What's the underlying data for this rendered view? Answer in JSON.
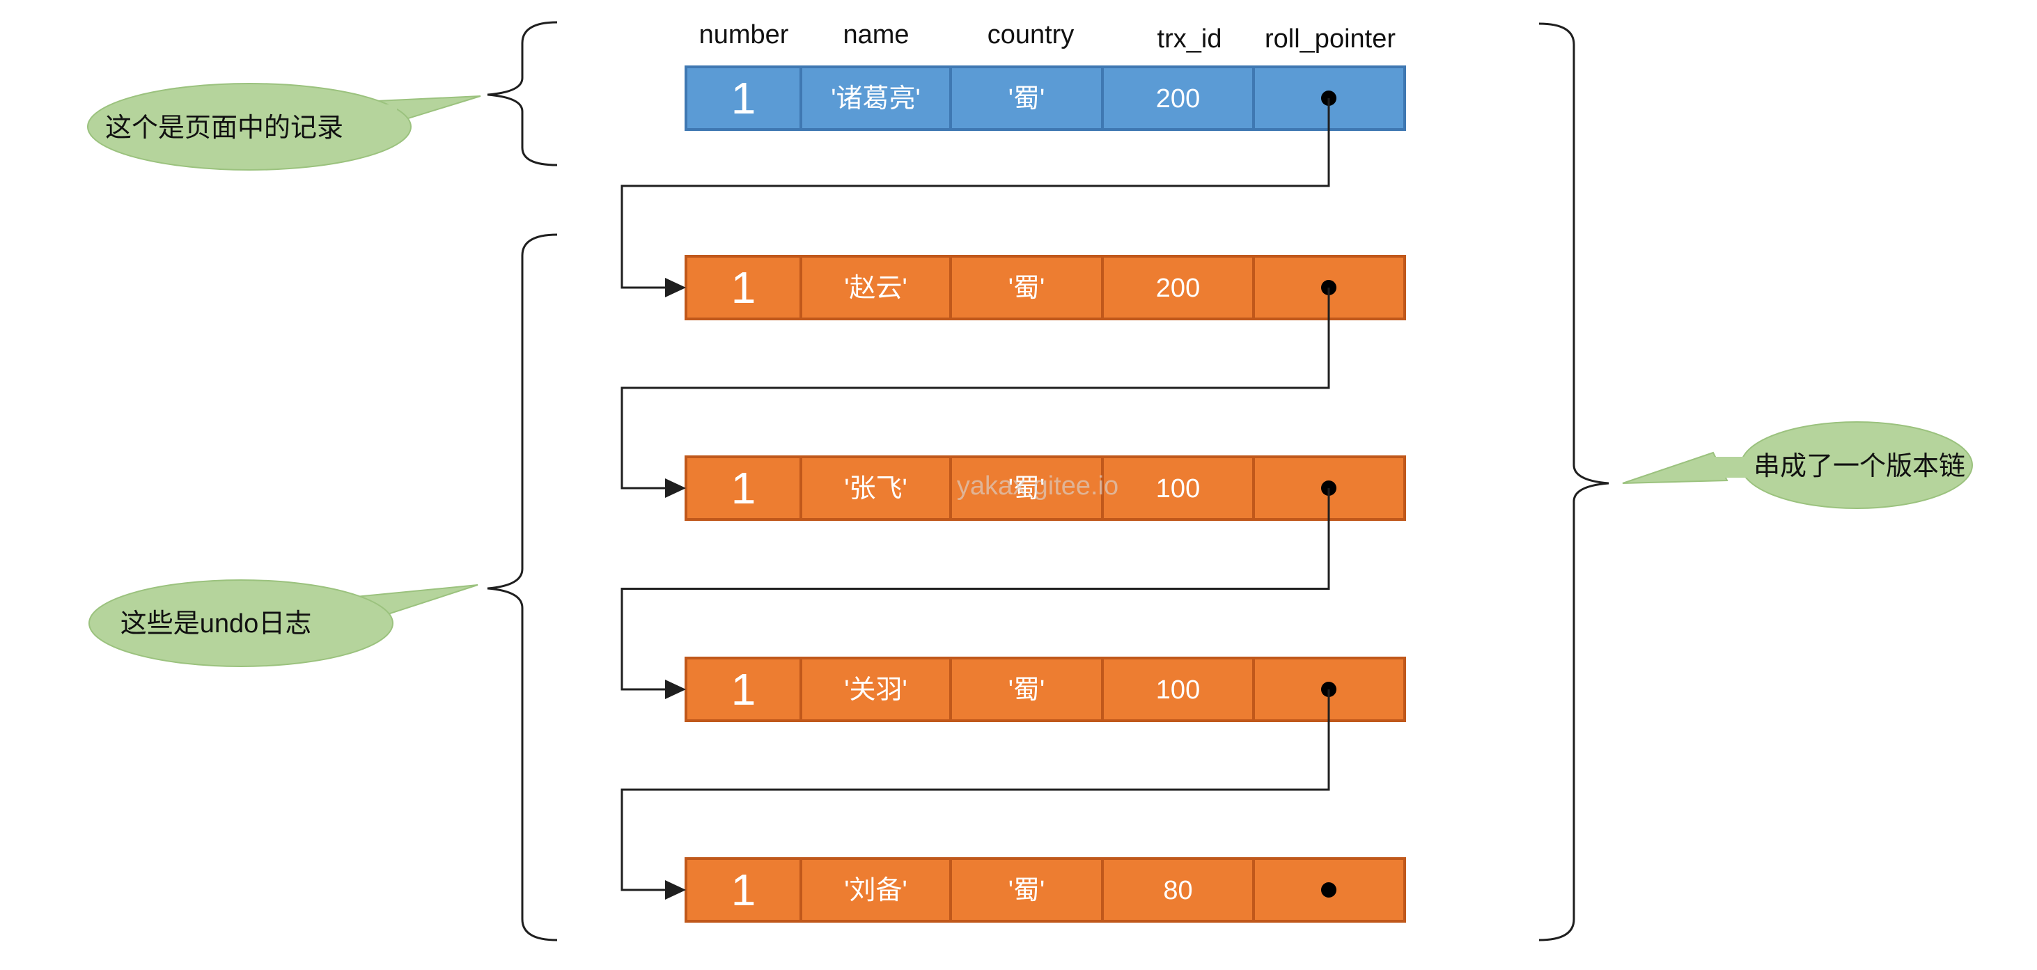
{
  "columns": [
    "number",
    "name",
    "country",
    "trx_id",
    "roll_pointer"
  ],
  "page_record": {
    "number": "1",
    "name": "'诸葛亮'",
    "country": "'蜀'",
    "trx_id": "200"
  },
  "undo_records": [
    {
      "number": "1",
      "name": "'赵云'",
      "country": "'蜀'",
      "trx_id": "200"
    },
    {
      "number": "1",
      "name": "'张飞'",
      "country": "'蜀'",
      "trx_id": "100"
    },
    {
      "number": "1",
      "name": "'关羽'",
      "country": "'蜀'",
      "trx_id": "100"
    },
    {
      "number": "1",
      "name": "'刘备'",
      "country": "'蜀'",
      "trx_id": "80"
    }
  ],
  "callouts": {
    "page_record": "这个是页面中的记录",
    "undo_logs": "这些是undo日志",
    "version_chain": "串成了一个版本链"
  },
  "watermark": "yakax.gitee.io",
  "colors": {
    "page_fill": "#5b9bd5",
    "page_stroke": "#3f78b2",
    "undo_fill": "#ed7d31",
    "undo_stroke": "#c0581b",
    "bubble_fill": "#b5d49c",
    "bubble_stroke": "#9bc27e",
    "line": "#1f1f1f"
  }
}
